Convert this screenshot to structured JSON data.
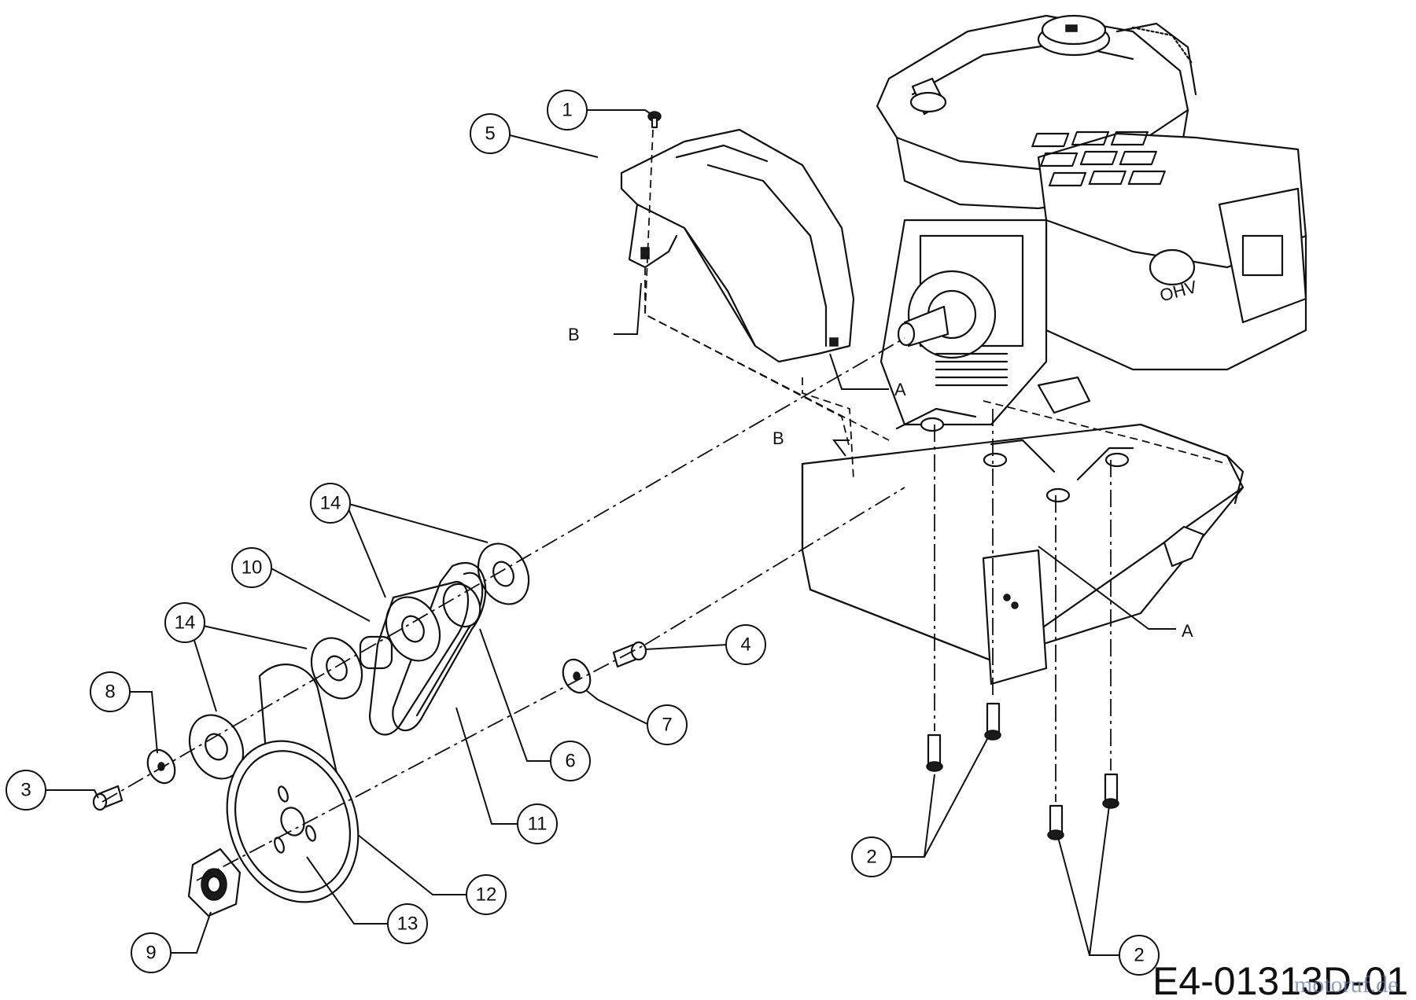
{
  "diagram_code": "E4-01313D-01",
  "watermark": "motoruf.de",
  "callouts": [
    {
      "label": "1"
    },
    {
      "label": "5"
    },
    {
      "label": "14"
    },
    {
      "label": "10"
    },
    {
      "label": "14"
    },
    {
      "label": "8"
    },
    {
      "label": "3"
    },
    {
      "label": "4"
    },
    {
      "label": "7"
    },
    {
      "label": "6"
    },
    {
      "label": "11"
    },
    {
      "label": "12"
    },
    {
      "label": "13"
    },
    {
      "label": "9"
    },
    {
      "label": "2"
    },
    {
      "label": "2"
    }
  ],
  "letters": {
    "b_top": "B",
    "a_top": "A",
    "b_plate": "B",
    "a_plate": "A"
  },
  "engine_badge": "OHV"
}
